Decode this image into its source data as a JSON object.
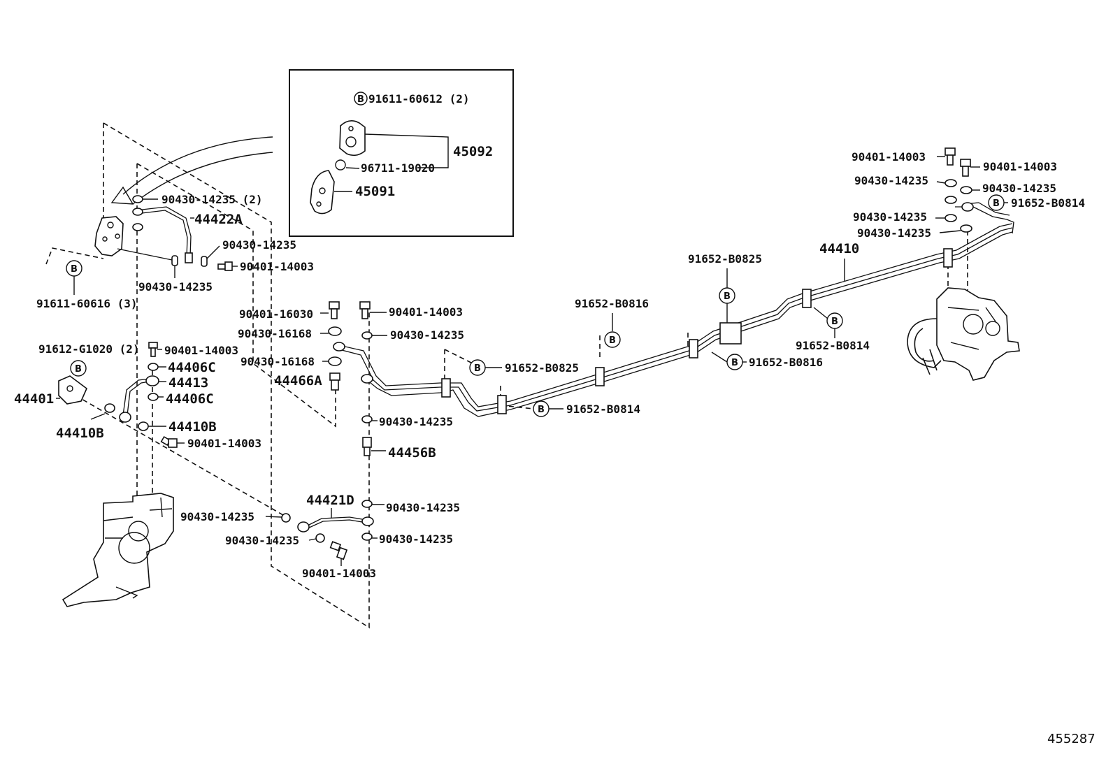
{
  "diagram_id": "455287",
  "inset": {
    "bolt_callout": "91611-60612 (2)",
    "group_label": "45092",
    "gasket_label": "96711-19020",
    "bracket_label": "45091"
  },
  "bolt_marker_letter": "B",
  "labels": {
    "washer_left_pair": "90430-14235 (2)",
    "tube_44422A": "44422A",
    "washer_mid_top": "90430-14235",
    "bolt_mid_top": "90401-14003",
    "washer_left_bottom": "90430-14235",
    "bolt_left_bracket": "91611-60616 (3)",
    "bolt_16030": "90401-16030",
    "washer_16168_a": "90430-16168",
    "washer_16168_b": "90430-16168",
    "union_44466A": "44466A",
    "bolt_center_top": "90401-14003",
    "washer_center_top": "90430-14235",
    "bolt_g1020": "91612-G1020 (2)",
    "bolt_44413_top": "90401-14003",
    "washer_44406C_a": "44406C",
    "tube_44413": "44413",
    "washer_44406C_b": "44406C",
    "part_44401": "44401",
    "washer_44410B_right": "44410B",
    "washer_44410B_left": "44410B",
    "bolt_lower_left": "90401-14003",
    "clamp_B0825_a": "91652-B0825",
    "washer_center_mid": "90430-14235",
    "union_44456B": "44456B",
    "tube_44421D": "44421D",
    "washer_44421D_right": "90430-14235",
    "washer_44421D_left": "90430-14235",
    "washer_44421D_bottom_left": "90430-14235",
    "washer_44421D_bottom_right": "90430-14235",
    "bolt_44421D": "90401-14003",
    "clamp_B0814_a": "91652-B0814",
    "clamp_B0816_a": "91652-B0816",
    "clamp_B0825_b": "91652-B0825",
    "clamp_B0816_b": "91652-B0816",
    "tube_44410": "44410",
    "clamp_B0814_b": "91652-B0814",
    "bolt_right_1": "90401-14003",
    "bolt_right_2": "90401-14003",
    "washer_right_1": "90430-14235",
    "washer_right_2": "90430-14235",
    "clamp_B0814_c": "91652-B0814",
    "washer_right_3": "90430-14235",
    "washer_right_4": "90430-14235"
  }
}
